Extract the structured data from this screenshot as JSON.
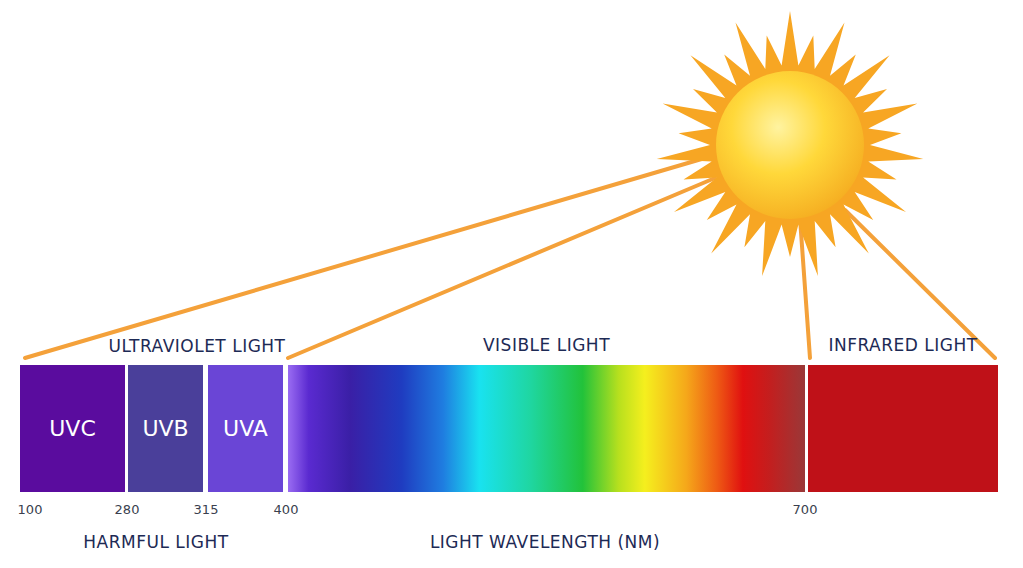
{
  "diagram": {
    "nodes": [
      {
        "text": [
          "UVC"
        ]
      },
      {
        "text": [
          "UVB"
        ]
      },
      {
        "text": [
          "UVA"
        ]
      },
      {
        "text": [
          "VISIBLE LIGHT"
        ]
      },
      {
        "text": [
          "INFRARED LIGHT"
        ]
      }
    ],
    "labels": [
      "ULTRAVIOLET LIGHT",
      "100",
      "280",
      "315",
      "400",
      "700",
      "HARMFUL LIGHT",
      "LIGHT WAVELENGTH (NM)"
    ]
  }
}
